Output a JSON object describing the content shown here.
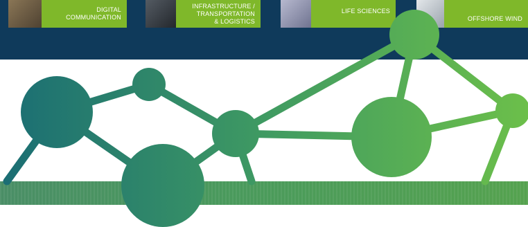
{
  "tiles": [
    {
      "label": "DIGITAL\nCOMMUNICATION",
      "photo_color": "#6b5b45",
      "label_color": "#7fb82a"
    },
    {
      "label": "INFRASTRUCTURE /\nTRANSPORTATION\n& LOGISTICS",
      "photo_color": "#3a3f46",
      "label_color": "#7fb82a"
    },
    {
      "label": "LIFE SCIENCES",
      "photo_color": "#8b8fa8",
      "label_color": "#7fb82a"
    },
    {
      "label": "OFFSHORE WIND",
      "photo_color": "#c9cfd6",
      "label_color": "#7fb82a"
    }
  ],
  "colors": {
    "header_band": "#0f3a5b",
    "network_start": "#1a6d74",
    "network_end": "#6cbf4a"
  }
}
